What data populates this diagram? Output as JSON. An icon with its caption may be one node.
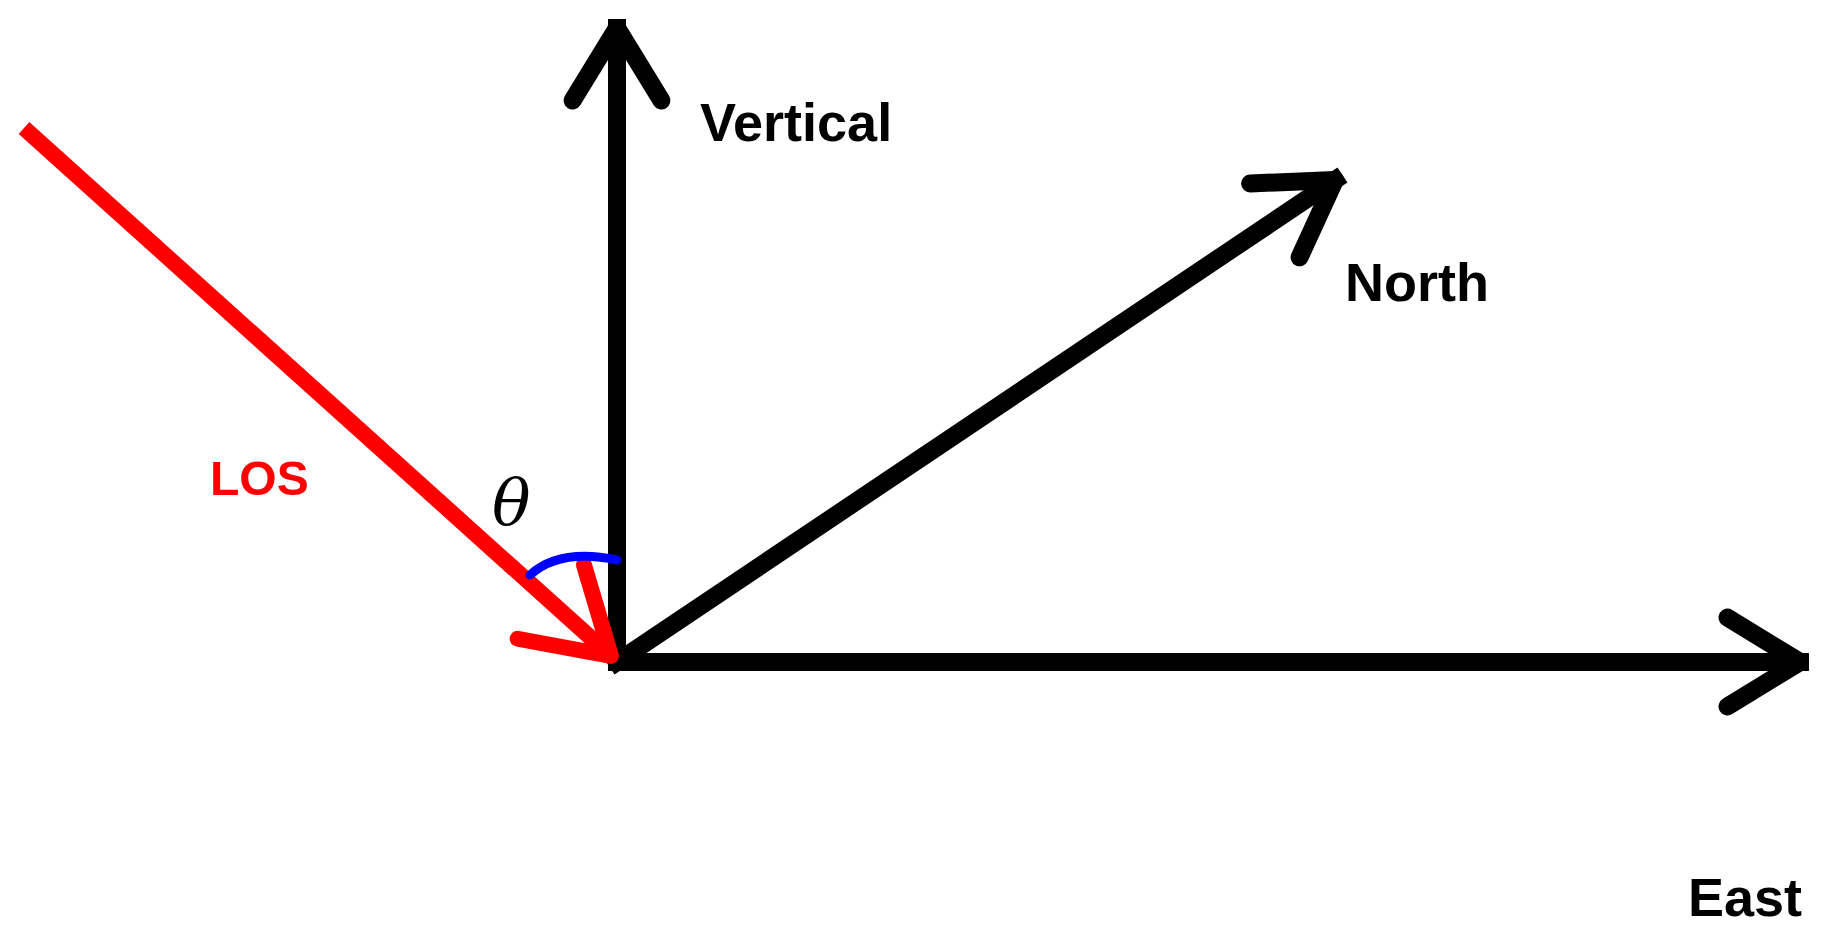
{
  "diagram": {
    "labels": [
      "Vertical",
      "North",
      "LOS",
      "θ",
      "East"
    ]
  }
}
